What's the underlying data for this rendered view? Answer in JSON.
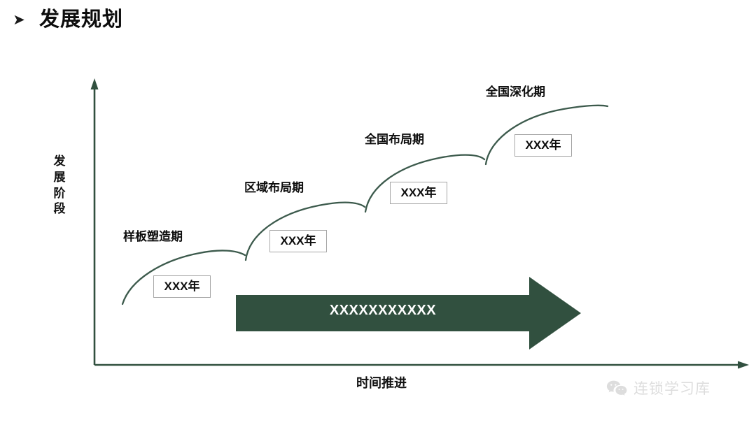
{
  "header": {
    "bullet_icon": "bullet-arrow-icon",
    "bullet_glyph": "➤",
    "title": "发展规划"
  },
  "chart_data": {
    "type": "line",
    "title": "发展规划",
    "xlabel": "时间推进",
    "ylabel": "发展阶段",
    "grid": false,
    "legend": "none",
    "description": "四个阶梯式上升曲线段，表示随时间推进的发展阶段",
    "categories": [
      "样板塑造期",
      "区域布局期",
      "全国布局期",
      "全国深化期"
    ],
    "values": [
      1,
      2,
      3,
      4
    ],
    "stages": [
      {
        "index": 0,
        "label": "样板塑造期",
        "year": "XXX年",
        "curve_start": [
          175,
          435
        ],
        "curve_end": [
          350,
          368
        ]
      },
      {
        "index": 1,
        "label": "区域布局期",
        "year": "XXX年",
        "curve_start": [
          352,
          372
        ],
        "curve_end": [
          520,
          297
        ]
      },
      {
        "index": 2,
        "label": "全国布局期",
        "year": "XXX年",
        "curve_start": [
          522,
          301
        ],
        "curve_end": [
          692,
          229
        ]
      },
      {
        "index": 3,
        "label": "全国深化期",
        "year": "XXX年",
        "curve_start": [
          694,
          233
        ],
        "curve_end": [
          868,
          152
        ]
      }
    ]
  },
  "axes": {
    "y_label": "发展阶段",
    "x_label": "时间推进"
  },
  "banner": {
    "label": "XXXXXXXXXXX"
  },
  "watermark": {
    "icon": "wechat-icon",
    "text": "连锁学习库"
  },
  "colors": {
    "accent_dark_green": "#31503f",
    "curve_green": "#3c5a4c",
    "axis_green": "#31503f",
    "box_border": "#a6a6a6",
    "text_dark": "#0d0d0d",
    "banner_text": "#ffffff",
    "watermark_gray": "#b0b0b0",
    "background": "#ffffff"
  }
}
